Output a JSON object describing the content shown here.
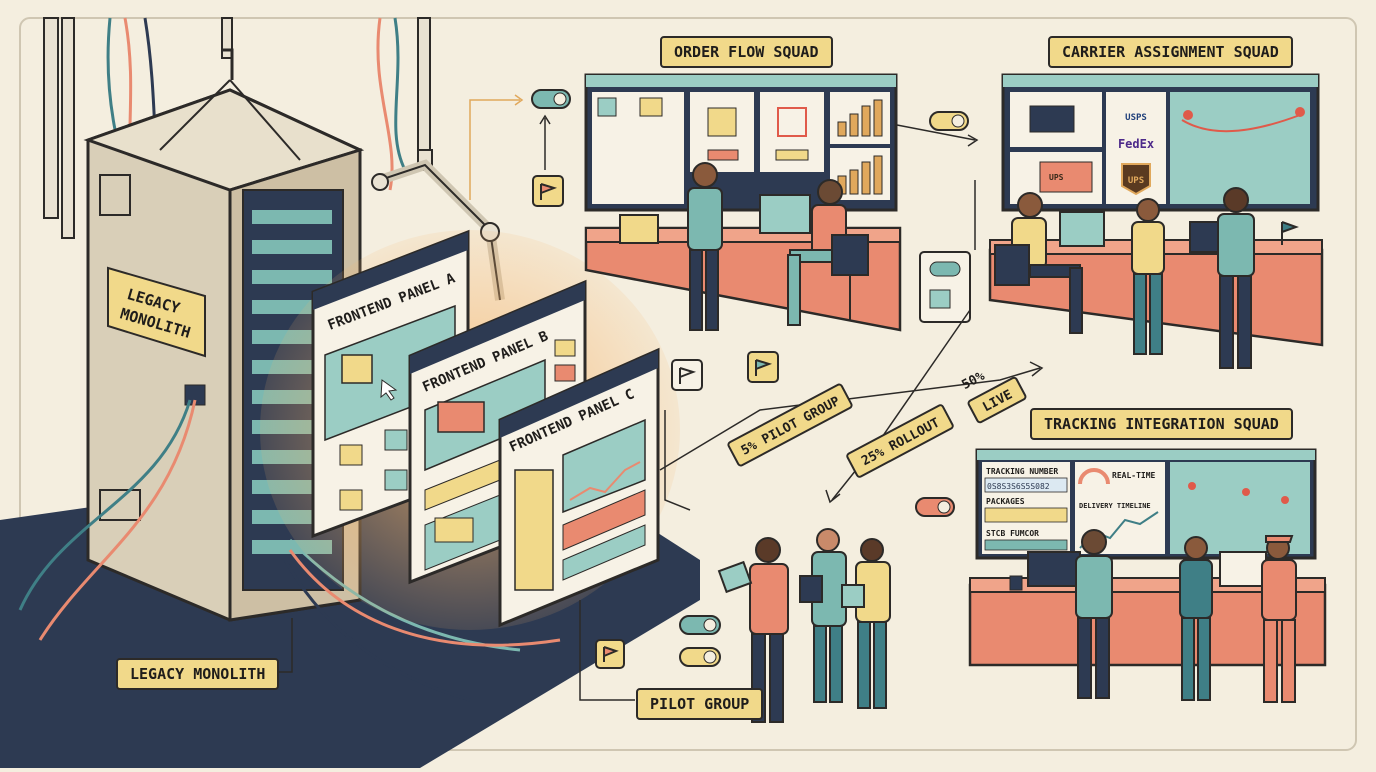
{
  "labels": {
    "monolith_sign_line1": "LEGACY",
    "monolith_sign_line2": "MONOLITH",
    "monolith_caption": "LEGACY MONOLITH",
    "order_flow_squad": "ORDER FLOW SQUAD",
    "carrier_assignment_squad": "CARRIER ASSIGNMENT SQUAD",
    "tracking_integration_squad": "TRACKING INTEGRATION SQUAD",
    "pilot_group": "PILOT GROUP"
  },
  "panels": {
    "a": "FRONTEND PANEL A",
    "b": "FRONTEND PANEL B",
    "c": "FRONTEND PANEL C"
  },
  "rollout": {
    "pilot": "5% PILOT GROUP",
    "rollout": "25% ROLLOUT",
    "live_pct": "50%",
    "live": "LIVE"
  },
  "carriers": {
    "usps": "USPS",
    "fedex": "FedEx",
    "ups_truck": "UPS",
    "ups_shield": "UPS"
  },
  "tracking_screen": {
    "tracking_number_label": "TRACKING NUMBER",
    "tracking_number_value": "0S8S3S6S5S082",
    "packages": "PACKAGES",
    "stcb": "STCB FUMCOR",
    "real_time": "REAL-TIME",
    "delivery_timeline": "DELIVERY TIMELINE"
  },
  "colors": {
    "background": "#f4eedf",
    "ink": "#2c2a28",
    "teal": "#7cb8b0",
    "coral": "#e98a70",
    "mustard": "#f1d98a",
    "navy": "#2d3a52",
    "monolith_beige": "#d9cfb8"
  }
}
